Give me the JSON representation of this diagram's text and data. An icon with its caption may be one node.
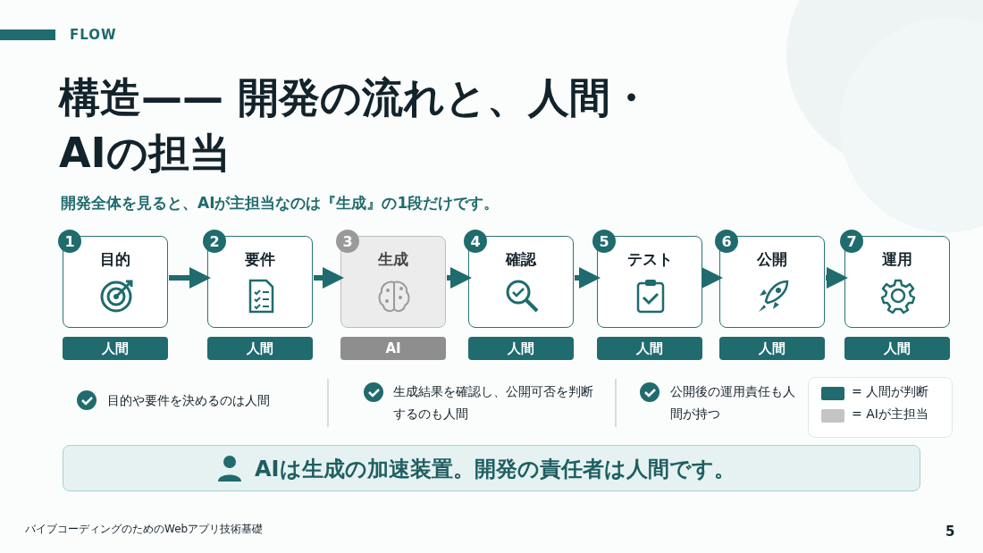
{
  "diagram": {
    "title": "構造—— 開発の流れと、人間・AIの担当",
    "nodes": [
      {
        "text": [
          "1",
          "目的"
        ]
      },
      {
        "text": [
          "2",
          "要件"
        ]
      },
      {
        "text": [
          "3",
          "生成"
        ]
      },
      {
        "text": [
          "4",
          "確認"
        ]
      },
      {
        "text": [
          "5",
          "テスト"
        ]
      },
      {
        "text": [
          "6",
          "公開"
        ]
      },
      {
        "text": [
          "7",
          "運用"
        ]
      },
      {
        "text": [
          "人間"
        ]
      },
      {
        "text": [
          "人間"
        ]
      },
      {
        "text": [
          "AI"
        ]
      },
      {
        "text": [
          "人間"
        ]
      },
      {
        "text": [
          "人間"
        ]
      },
      {
        "text": [
          "人間"
        ]
      },
      {
        "text": [
          "人間"
        ]
      },
      {
        "text": [
          "AIは生成の加速装置。開発の責任者は人間です。"
        ]
      }
    ],
    "edges": [
      {
        "from": 0,
        "to": 1,
        "arrow": "to"
      },
      {
        "from": 1,
        "to": 2,
        "arrow": "to"
      },
      {
        "from": 2,
        "to": 3,
        "arrow": "to"
      },
      {
        "from": 3,
        "to": 4,
        "arrow": "to"
      },
      {
        "from": 4,
        "to": 5,
        "arrow": "to"
      },
      {
        "from": 5,
        "to": 6,
        "arrow": "to"
      }
    ],
    "labels": [
      "FLOW",
      "開発全体を見ると、AIが主担当なのは『生成』の1段だけです。",
      "目的や要件を決めるのは人間",
      "生成結果を確認し、公開可否を判断するのも人間",
      "公開後の運用責任も人間が持つ",
      "バイブコーディングのためのWebアプリ技術基礎",
      "5"
    ],
    "legend": [
      {
        "text": "= 人間が判断",
        "color": "#1f6b6e"
      },
      {
        "text": "= AIが主担当",
        "color": "#c4c4c4"
      }
    ]
  }
}
